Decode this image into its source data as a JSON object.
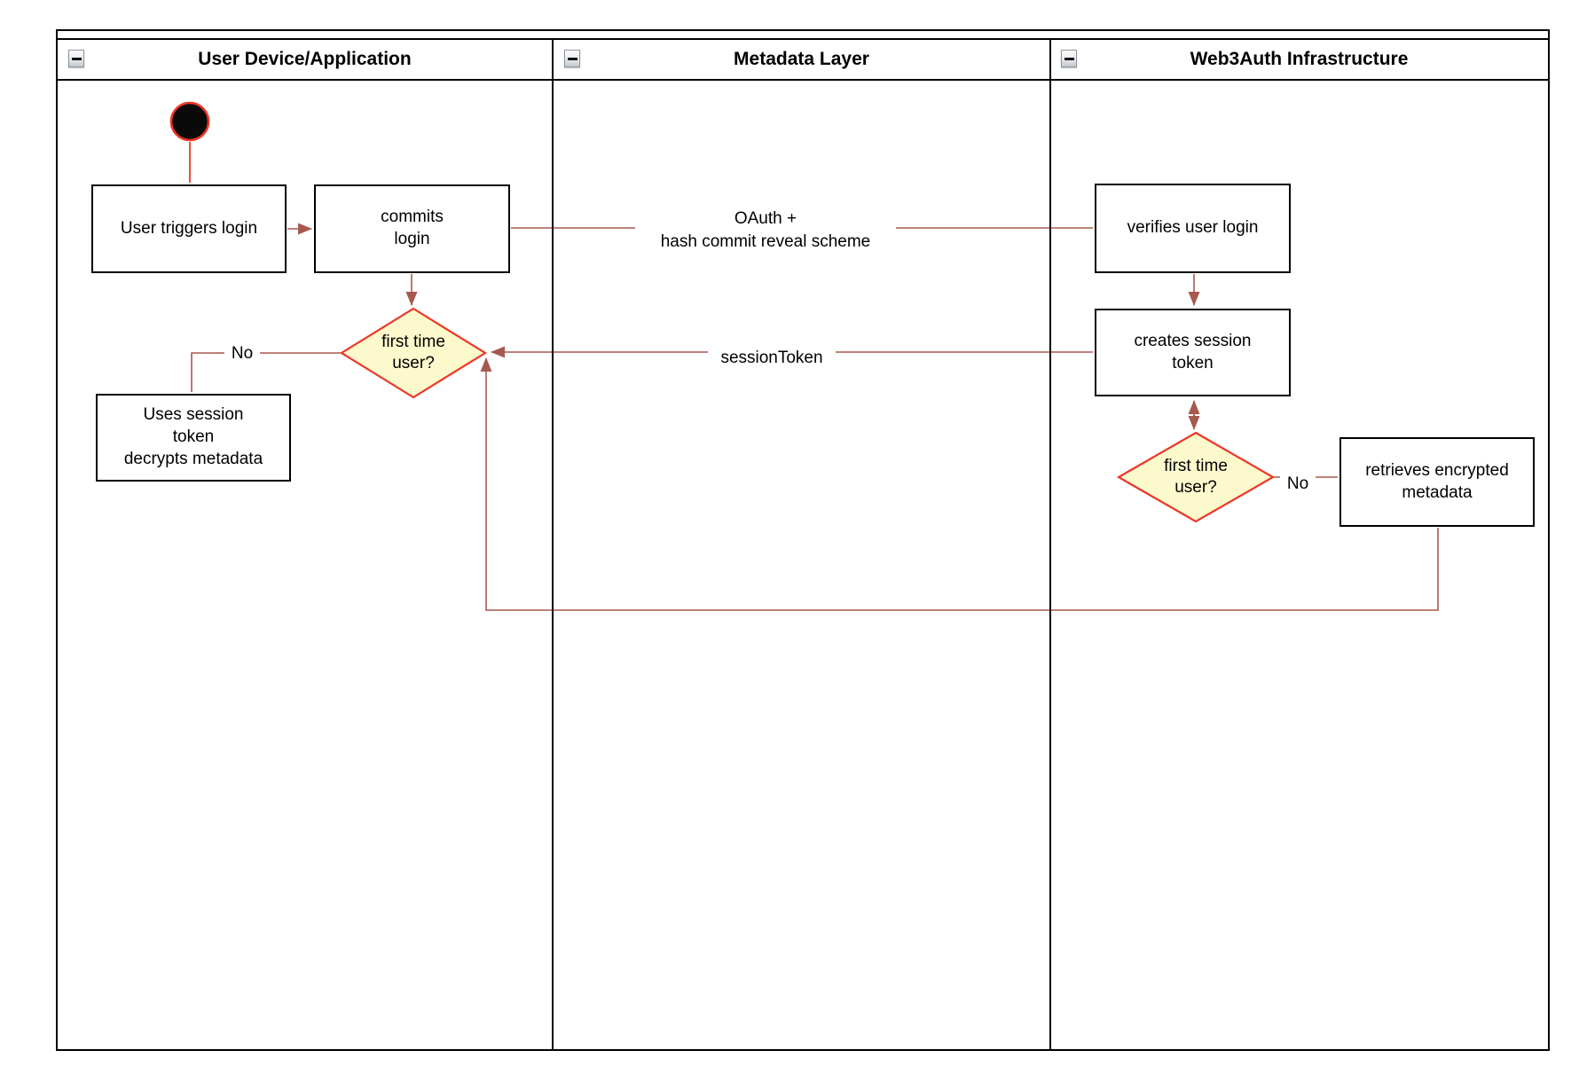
{
  "colors": {
    "edge": "#a6594f",
    "accent": "#ee3524",
    "diamond_fill": "#fcf9cd",
    "frame": "#000000"
  },
  "lanes": [
    {
      "label": "User Device/Application"
    },
    {
      "label": "Metadata Layer"
    },
    {
      "label": "Web3Auth Infrastructure"
    }
  ],
  "nodes": {
    "user_triggers_login": "User triggers login",
    "commits_login": "commits\nlogin",
    "verifies_user_login": "verifies user login",
    "creates_session_token": "creates session\ntoken",
    "first_time_user_left": "first time\nuser?",
    "first_time_user_right": "first time\nuser?",
    "uses_session_token": "Uses session\ntoken\ndecrypts metadata",
    "retrieves_encrypted_metadata": "retrieves encrypted\nmetadata"
  },
  "edge_labels": {
    "oauth": "OAuth +\nhash commit reveal scheme",
    "session_token": "sessionToken",
    "no_left": "No",
    "no_right": "No"
  }
}
